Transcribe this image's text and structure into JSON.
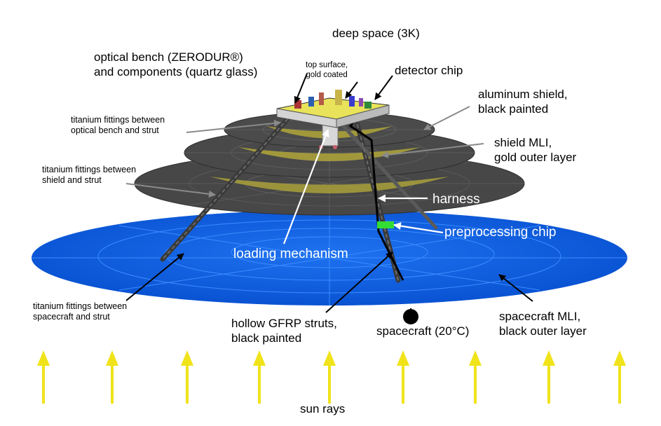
{
  "labels": {
    "deep_space": "deep space (3K)",
    "optical_bench": "optical bench (ZERODUR®)\nand components (quartz glass)",
    "top_surface": "top surface,\ngold coated",
    "detector_chip": "detector chip",
    "aluminum_shield": "aluminum shield,\nblack painted",
    "ti_bench_strut": "titanium fittings between\noptical bench and strut",
    "shield_mli": "shield MLI,\ngold outer layer",
    "ti_shield_strut": "titanium fittings between\nshield and strut",
    "harness": "harness",
    "preprocessing_chip": "preprocessing chip",
    "loading_mechanism": "loading mechanism",
    "ti_spacecraft_strut": "titanium fittings between\nspacecraft and strut",
    "gfrp_struts": "hollow GFRP struts,\nblack painted",
    "spacecraft": "spacecraft (20°C)",
    "spacecraft_mli": "spacecraft MLI,\nblack outer layer",
    "sun_rays": "sun rays"
  },
  "colors": {
    "spacecraft_mli": "#0a5fe0",
    "shield": "#4a4a4a",
    "shield_mli": "#b0a63a",
    "preprocessing_chip": "#33dd33",
    "sun_ray": "#f0e31a",
    "optical_bench": "#e8e35a"
  }
}
